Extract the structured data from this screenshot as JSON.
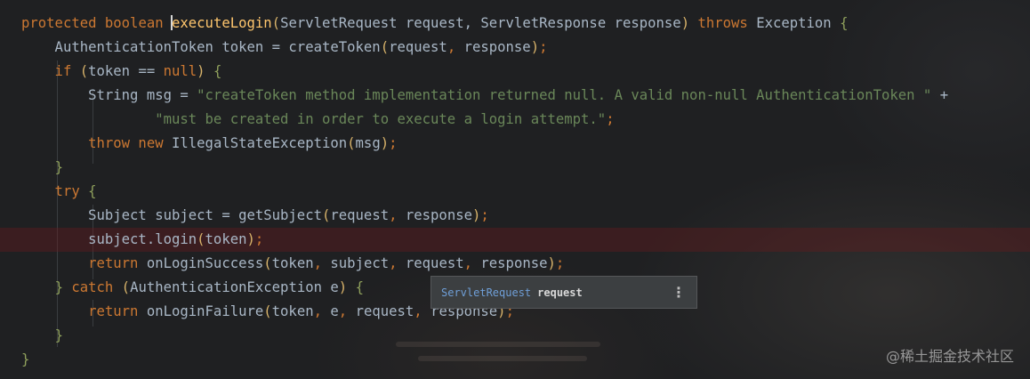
{
  "editor": {
    "lines": [
      [
        {
          "c": "kw",
          "t": "protected "
        },
        {
          "c": "kw",
          "t": "boolean "
        },
        {
          "c": "caret",
          "t": ""
        },
        {
          "c": "fn",
          "t": "executeLogin"
        },
        {
          "c": "paren",
          "t": "("
        },
        {
          "c": "tx",
          "t": "ServletRequest request, ServletResponse response"
        },
        {
          "c": "paren",
          "t": ")"
        },
        {
          "c": "kw",
          "t": " throws "
        },
        {
          "c": "tx",
          "t": "Exception "
        },
        {
          "c": "brace",
          "t": "{"
        }
      ],
      [
        {
          "c": "tx",
          "t": "    AuthenticationToken token = createToken"
        },
        {
          "c": "paren",
          "t": "("
        },
        {
          "c": "tx",
          "t": "request"
        },
        {
          "c": "kw",
          "t": ", "
        },
        {
          "c": "tx",
          "t": "response"
        },
        {
          "c": "paren",
          "t": ")"
        },
        {
          "c": "kw",
          "t": ";"
        }
      ],
      [
        {
          "c": "kw",
          "t": "    if "
        },
        {
          "c": "paren",
          "t": "("
        },
        {
          "c": "tx",
          "t": "token == "
        },
        {
          "c": "kw",
          "t": "null"
        },
        {
          "c": "paren",
          "t": ")"
        },
        {
          "c": "tx",
          "t": " "
        },
        {
          "c": "brace",
          "t": "{"
        }
      ],
      [
        {
          "c": "tx",
          "t": "        String msg = "
        },
        {
          "c": "str",
          "t": "\"createToken method implementation returned null. A valid non-null AuthenticationToken \""
        },
        {
          "c": "tx",
          "t": " +"
        }
      ],
      [
        {
          "c": "tx",
          "t": "                "
        },
        {
          "c": "str",
          "t": "\"must be created in order to execute a login attempt.\""
        },
        {
          "c": "kw",
          "t": ";"
        }
      ],
      [
        {
          "c": "kw",
          "t": "        throw new "
        },
        {
          "c": "tx",
          "t": "IllegalStateException"
        },
        {
          "c": "paren",
          "t": "("
        },
        {
          "c": "tx",
          "t": "msg"
        },
        {
          "c": "paren",
          "t": ")"
        },
        {
          "c": "kw",
          "t": ";"
        }
      ],
      [
        {
          "c": "tx",
          "t": "    "
        },
        {
          "c": "brace",
          "t": "}"
        }
      ],
      [
        {
          "c": "kw",
          "t": "    try "
        },
        {
          "c": "brace",
          "t": "{"
        }
      ],
      [
        {
          "c": "tx",
          "t": "        Subject subject = getSubject"
        },
        {
          "c": "paren",
          "t": "("
        },
        {
          "c": "tx",
          "t": "request"
        },
        {
          "c": "kw",
          "t": ", "
        },
        {
          "c": "tx",
          "t": "response"
        },
        {
          "c": "paren",
          "t": ")"
        },
        {
          "c": "kw",
          "t": ";"
        }
      ],
      [
        {
          "c": "tx",
          "t": "        subject.login"
        },
        {
          "c": "paren",
          "t": "("
        },
        {
          "c": "tx",
          "t": "token"
        },
        {
          "c": "paren",
          "t": ")"
        },
        {
          "c": "kw",
          "t": ";"
        }
      ],
      [
        {
          "c": "kw",
          "t": "        return "
        },
        {
          "c": "tx",
          "t": "onLoginSuccess"
        },
        {
          "c": "paren",
          "t": "("
        },
        {
          "c": "tx",
          "t": "token"
        },
        {
          "c": "kw",
          "t": ", "
        },
        {
          "c": "tx",
          "t": "subject"
        },
        {
          "c": "kw",
          "t": ", "
        },
        {
          "c": "tx",
          "t": "request"
        },
        {
          "c": "kw",
          "t": ", "
        },
        {
          "c": "tx",
          "t": "response"
        },
        {
          "c": "paren",
          "t": ")"
        },
        {
          "c": "kw",
          "t": ";"
        }
      ],
      [
        {
          "c": "tx",
          "t": "    "
        },
        {
          "c": "brace",
          "t": "}"
        },
        {
          "c": "kw",
          "t": " catch "
        },
        {
          "c": "paren",
          "t": "("
        },
        {
          "c": "tx",
          "t": "AuthenticationException e"
        },
        {
          "c": "paren",
          "t": ")"
        },
        {
          "c": "tx",
          "t": " "
        },
        {
          "c": "brace",
          "t": "{"
        }
      ],
      [
        {
          "c": "kw",
          "t": "        return "
        },
        {
          "c": "tx",
          "t": "onLoginFailure"
        },
        {
          "c": "paren",
          "t": "("
        },
        {
          "c": "tx",
          "t": "token"
        },
        {
          "c": "kw",
          "t": ", "
        },
        {
          "c": "tx",
          "t": "e"
        },
        {
          "c": "kw",
          "t": ", "
        },
        {
          "c": "tx",
          "t": "request"
        },
        {
          "c": "kw",
          "t": ", "
        },
        {
          "c": "tx",
          "t": "response"
        },
        {
          "c": "paren",
          "t": ")"
        },
        {
          "c": "kw",
          "t": ";"
        }
      ],
      [
        {
          "c": "tx",
          "t": "    "
        },
        {
          "c": "brace",
          "t": "}"
        }
      ],
      [
        {
          "c": "brace",
          "t": "}"
        }
      ]
    ],
    "breakpoint_line_index": 9
  },
  "param_hint": {
    "type": "ServletRequest",
    "name": "request",
    "more_icon": "vertical-ellipsis-icon",
    "more_glyph": "⋮"
  },
  "watermark": "@稀土掘金技术社区"
}
